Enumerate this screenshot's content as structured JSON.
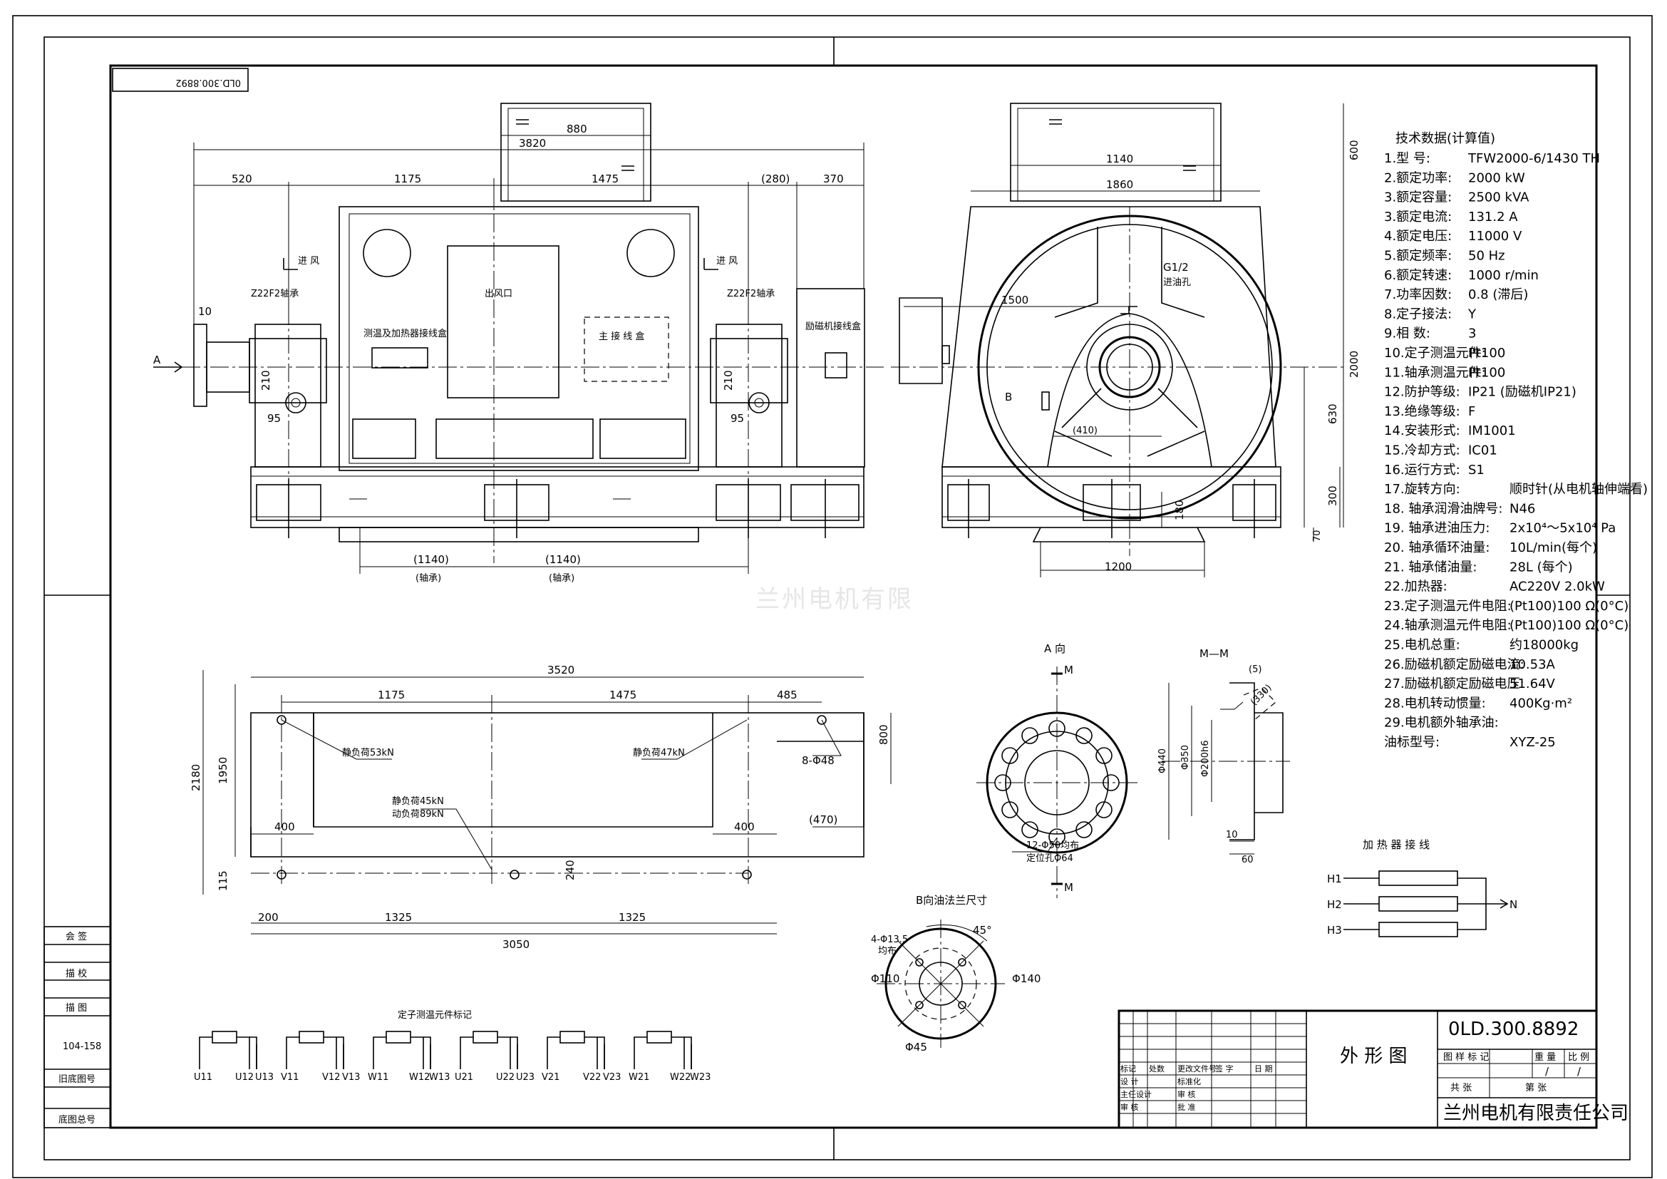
{
  "drawing": {
    "number": "0LD.300.8892",
    "number_mirrored": "0LD.300.8892",
    "title": "外 形 图",
    "company": "兰州电机有限责任公司",
    "watermark": "兰州电机有限"
  },
  "left_strip": {
    "labels": [
      "会 签",
      "描 校",
      "描 图",
      "104-158",
      "旧底图号",
      "底图总号"
    ]
  },
  "side_view": {
    "dims": {
      "d880": "880",
      "d3820": "3820",
      "d520": "520",
      "d1175": "1175",
      "d1475": "1475",
      "d280": "(280)",
      "d370": "370",
      "d10": "10",
      "d210a": "210",
      "d95a": "95",
      "d210b": "210",
      "d95b": "95",
      "d1140a": "(1140)",
      "d1140b": "(1140)",
      "axis_a": "(轴承)",
      "axis_b": "(轴承)"
    },
    "labels": {
      "arrow_a": "A",
      "air_in_a": "进 风",
      "air_in_b": "进 风",
      "bearing_a": "Z22F2轴承",
      "bearing_b": "Z22F2轴承",
      "box_left": "测温及加热器接线盒",
      "air_out": "出风口",
      "main_box": "主 接 线 盒",
      "right_box": "励磁机接线盒"
    }
  },
  "end_view": {
    "dims": {
      "d1140": "1140",
      "d1860": "1860",
      "d600": "600",
      "d2000": "2000",
      "d630": "630",
      "d300": "300",
      "d180": "180",
      "d70": "70",
      "d1200": "1200",
      "d1500": "1500",
      "d410": "(410)"
    },
    "labels": {
      "g12": "G1/2",
      "g12_sub": "进油孔",
      "b": "B"
    }
  },
  "plan_view": {
    "dims": {
      "d3520": "3520",
      "d1175": "1175",
      "d1475": "1475",
      "d485": "485",
      "d800": "800",
      "d2180": "2180",
      "d1950": "1950",
      "d400a": "400",
      "d400b": "400",
      "d470": "(470)",
      "d115": "115",
      "d240": "240",
      "d200": "200",
      "d1325a": "1325",
      "d1325b": "1325",
      "d3050": "3050"
    },
    "labels": {
      "load1": "静负荷53kN",
      "load2": "静负荷47kN",
      "load3": "静负荷45kN",
      "load4": "动负荷89kN",
      "holes": "8-Φ48"
    }
  },
  "detail_a": {
    "title": "A 向",
    "m_top": "M",
    "m_bottom": "M",
    "bolts": "12-Φ50均布",
    "bolts_sub": "定位孔Φ64"
  },
  "section_mm": {
    "title": "M—M",
    "dims": {
      "d440": "Φ440",
      "d350": "Φ350",
      "d200": "Φ200h6",
      "d5": "(5)",
      "d10": "10",
      "d60": "60",
      "d330": "(330)"
    }
  },
  "detail_b": {
    "title": "B向油法兰尺寸",
    "holes": "4-Φ13.5",
    "holes_sub": "均布",
    "angle": "45°",
    "d110": "Φ110",
    "d140": "Φ140",
    "d45": "Φ45"
  },
  "heater": {
    "title": "加 热 器 接 线",
    "h1": "H1",
    "h2": "H2",
    "h3": "H3",
    "n": "N"
  },
  "rtd": {
    "title": "定子测温元件标记",
    "pairs": [
      [
        "U11",
        "U12",
        "U13"
      ],
      [
        "V11",
        "V12",
        "V13"
      ],
      [
        "W11",
        "W12",
        "W13"
      ],
      [
        "U21",
        "U22",
        "U23"
      ],
      [
        "V21",
        "V22",
        "V23"
      ],
      [
        "W21",
        "W22",
        "W23"
      ]
    ]
  },
  "specs": {
    "heading": "技术数据(计算值)",
    "items": [
      {
        "label": "1.型 号:",
        "value": "TFW2000-6/1430 TH"
      },
      {
        "label": "2.额定功率:",
        "value": "2000 kW"
      },
      {
        "label": "3.额定容量:",
        "value": "2500 kVA"
      },
      {
        "label": "3.额定电流:",
        "value": "131.2 A"
      },
      {
        "label": "4.额定电压:",
        "value": "11000 V"
      },
      {
        "label": "5.额定频率:",
        "value": "50 Hz"
      },
      {
        "label": "6.额定转速:",
        "value": "1000 r/min"
      },
      {
        "label": "7.功率因数:",
        "value": "0.8 (滞后)"
      },
      {
        "label": "8.定子接法:",
        "value": "Y"
      },
      {
        "label": "9.相 数:",
        "value": "3"
      },
      {
        "label": "10.定子测温元件:",
        "value": "Pt100"
      },
      {
        "label": "11.轴承测温元件:",
        "value": "Pt100"
      },
      {
        "label": "12.防护等级:",
        "value": "IP21 (励磁机IP21)"
      },
      {
        "label": "13.绝缘等级:",
        "value": "F"
      },
      {
        "label": "14.安装形式:",
        "value": "IM1001"
      },
      {
        "label": "15.冷却方式:",
        "value": "IC01"
      },
      {
        "label": "16.运行方式:",
        "value": "S1"
      },
      {
        "label": "17.旋转方向:",
        "value": "顺时针(从电机轴伸端看)"
      },
      {
        "label": "18. 轴承润滑油牌号:",
        "value": "N46"
      },
      {
        "label": "19. 轴承进油压力:",
        "value": "2x10⁴～5x10⁴ Pa"
      },
      {
        "label": "20. 轴承循环油量:",
        "value": "10L/min(每个)"
      },
      {
        "label": "21. 轴承储油量:",
        "value": "28L (每个)"
      },
      {
        "label": "22.加热器:",
        "value": "AC220V 2.0kW"
      },
      {
        "label": "23.定子测温元件电阻:",
        "value": "(Pt100)100 Ω(0°C)"
      },
      {
        "label": "24.轴承测温元件电阻:",
        "value": "(Pt100)100 Ω(0°C)"
      },
      {
        "label": "25.电机总重:",
        "value": "约18000kg"
      },
      {
        "label": "26.励磁机额定励磁电流:",
        "value": "10.53A"
      },
      {
        "label": "27.励磁机额定励磁电压:",
        "value": "51.64V"
      },
      {
        "label": "28.电机转动惯量:",
        "value": "400Kg·m²"
      },
      {
        "label": "29.电机额外轴承油:",
        "value": ""
      },
      {
        "label": "油标型号:",
        "value": "XYZ-25"
      }
    ]
  },
  "title_block": {
    "left_rows": [
      [
        "标记",
        "处数",
        "更改文件号",
        "签 字",
        "日 期"
      ],
      [
        "设 计",
        "",
        "标准化",
        "",
        ""
      ],
      [
        "主任设计",
        "",
        "审 核",
        "",
        ""
      ],
      [
        "审 核",
        "",
        "批 准",
        "",
        ""
      ]
    ],
    "right_header": [
      "图 样 标 记",
      "重 量",
      "比 例"
    ],
    "right_values": [
      "",
      "/",
      "/"
    ],
    "sheet": [
      "共 张",
      "第 张"
    ]
  }
}
